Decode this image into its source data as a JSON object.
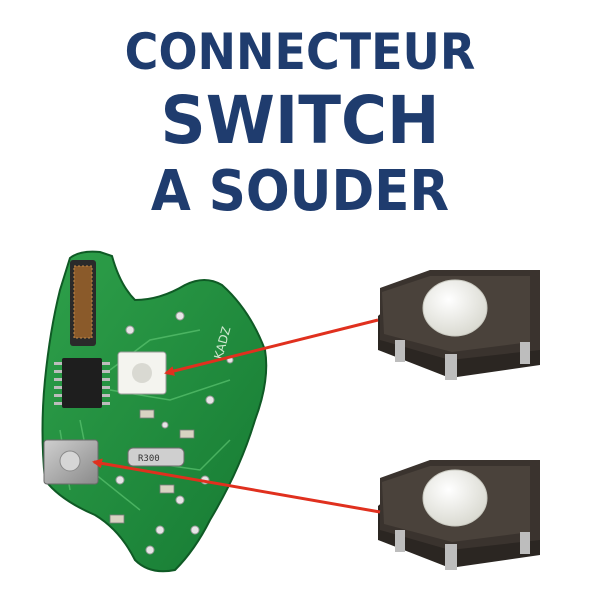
{
  "headline": {
    "line1": "CONNECTEUR",
    "line2": "SWITCH",
    "line3": "A SOUDER"
  },
  "pcb": {
    "silkscreen": "KADZ"
  },
  "colors": {
    "title": "#1f3c6e",
    "pcb_green": "#1d8a3a",
    "arrow_red": "#e0301e",
    "switch_body": "#3a332e",
    "switch_button": "#efefe8"
  },
  "icons": {
    "switch_top": "tactile-switch-icon",
    "switch_bottom": "tactile-switch-icon",
    "pcb": "circuit-board-icon"
  }
}
